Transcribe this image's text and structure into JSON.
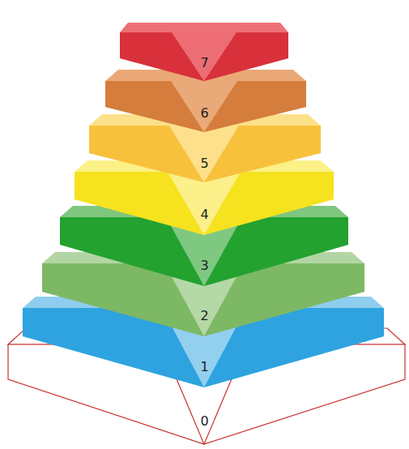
{
  "diagram": {
    "nodes": [
      {
        "text": [
          "7"
        ]
      },
      {
        "text": [
          "6"
        ]
      },
      {
        "text": [
          "5"
        ]
      },
      {
        "text": [
          "4"
        ]
      },
      {
        "text": [
          "3"
        ]
      },
      {
        "text": [
          "2"
        ]
      },
      {
        "text": [
          "1"
        ]
      },
      {
        "text": [
          "0"
        ]
      }
    ]
  }
}
